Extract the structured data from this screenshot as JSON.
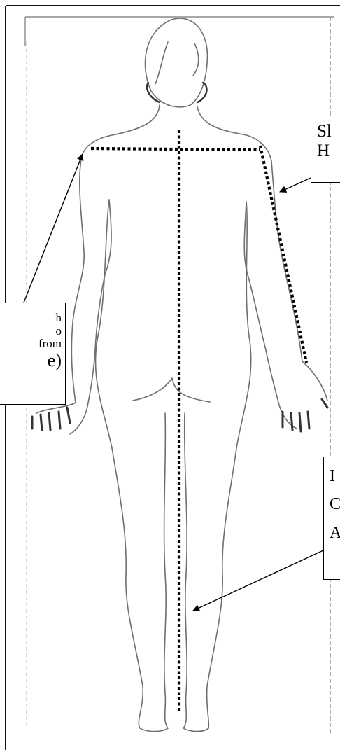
{
  "callouts": {
    "left": {
      "lines": [
        "h",
        "o",
        "from",
        "e)"
      ]
    },
    "top_right": {
      "lines": [
        "Sl",
        "H"
      ]
    },
    "bottom_right": {
      "lines": [
        "I",
        "C",
        "A"
      ]
    }
  },
  "colors": {
    "ink": "#000000",
    "body_outline": "#6f6f6f",
    "frame": "#111111"
  }
}
